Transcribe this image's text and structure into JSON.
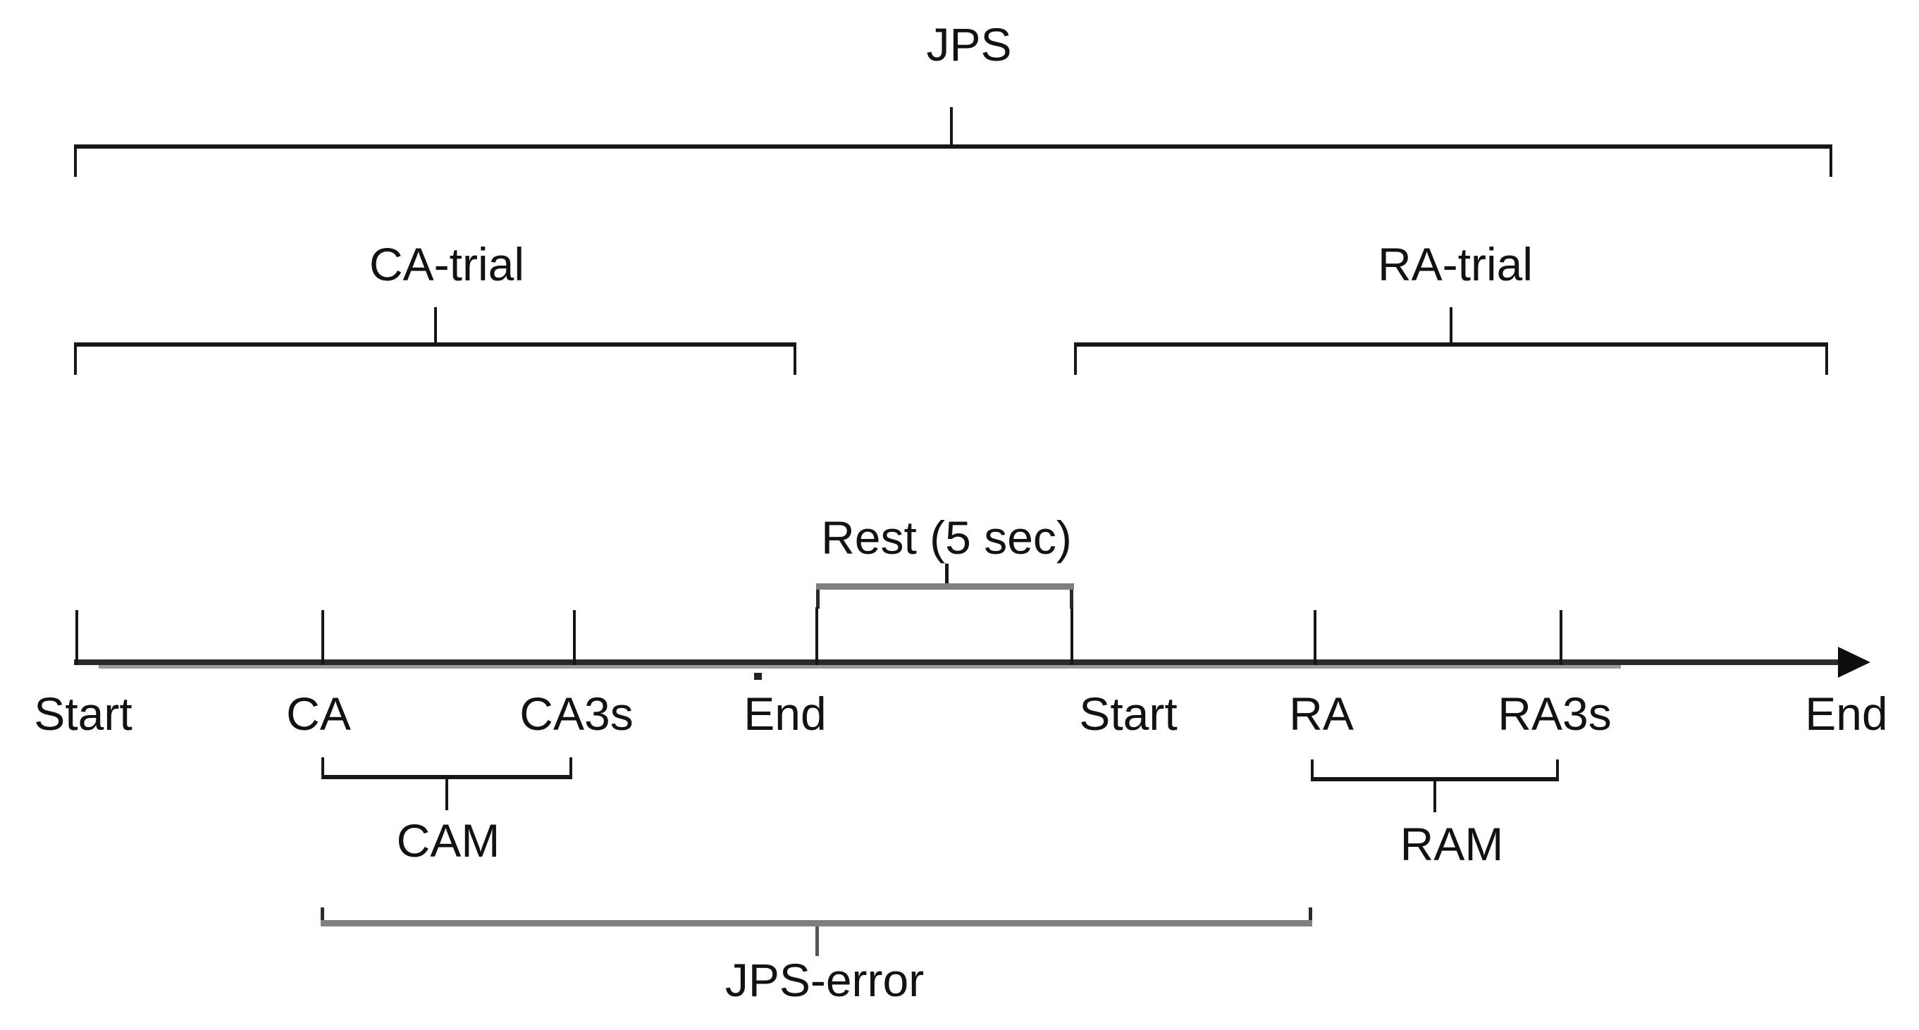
{
  "figure": {
    "type": "timeline-protocol-diagram",
    "colors": {
      "ink": "#161616",
      "bracket_gray": "#7f7f7f",
      "background": "#ffffff"
    },
    "jps": {
      "label": "JPS"
    },
    "ca_trial": {
      "label": "CA-trial"
    },
    "ra_trial": {
      "label": "RA-trial"
    },
    "rest": {
      "label": "Rest (5 sec)"
    },
    "cam": {
      "label": "CAM"
    },
    "ram": {
      "label": "RAM"
    },
    "jps_error": {
      "label": "JPS-error"
    },
    "timeline": {
      "labels": [
        "Start",
        "CA",
        "CA3s",
        "End",
        "Start",
        "RA",
        "RA3s",
        "End"
      ],
      "tick_events": [
        "Start",
        "CA",
        "CA3s",
        "End",
        "Start",
        "RA",
        "RA3s"
      ],
      "spans": [
        {
          "name": "JPS",
          "from": "Start",
          "to": "End (final)"
        },
        {
          "name": "CA-trial",
          "from": "Start",
          "to": "End"
        },
        {
          "name": "RA-trial",
          "from": "Start (second)",
          "to": "End (final)"
        },
        {
          "name": "Rest (5 sec)",
          "from": "End",
          "to": "Start (second)"
        },
        {
          "name": "CAM",
          "from": "CA",
          "to": "CA3s"
        },
        {
          "name": "RAM",
          "from": "RA",
          "to": "RA3s"
        },
        {
          "name": "JPS-error",
          "from": "CA",
          "to": "RA"
        }
      ]
    }
  }
}
